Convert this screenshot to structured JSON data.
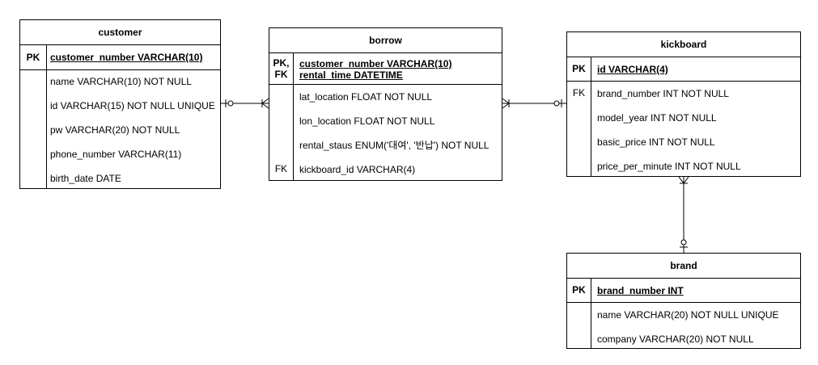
{
  "customer": {
    "title": "customer",
    "pk_key": "PK",
    "pk_field": "customer_number VARCHAR(10)",
    "fields": [
      "name VARCHAR(10) NOT NULL",
      "id VARCHAR(15) NOT NULL UNIQUE",
      "pw VARCHAR(20) NOT NULL",
      "phone_number VARCHAR(11)",
      "birth_date DATE"
    ]
  },
  "borrow": {
    "title": "borrow",
    "pk_key_1": "PK,",
    "pk_key_2": "FK",
    "pk_fields": [
      "customer_number VARCHAR(10)",
      "rental_time DATETIME"
    ],
    "fields": [
      "lat_location FLOAT NOT NULL",
      "lon_location FLOAT NOT NULL",
      "rental_staus ENUM('대여', '반납') NOT NULL",
      "kickboard_id VARCHAR(4)"
    ],
    "fk_key": "FK"
  },
  "kickboard": {
    "title": "kickboard",
    "pk_key": "PK",
    "pk_field": "id VARCHAR(4)",
    "fk_key": "FK",
    "fields": [
      "brand_number INT NOT NULL",
      "model_year INT NOT NULL",
      "basic_price INT NOT NULL",
      "price_per_minute INT NOT NULL"
    ]
  },
  "brand": {
    "title": "brand",
    "pk_key": "PK",
    "pk_field": "brand_number INT",
    "fields": [
      "name VARCHAR(20) NOT NULL UNIQUE",
      "company VARCHAR(20) NOT NULL"
    ]
  },
  "colors": {
    "line": "#000000",
    "background": "#ffffff"
  }
}
